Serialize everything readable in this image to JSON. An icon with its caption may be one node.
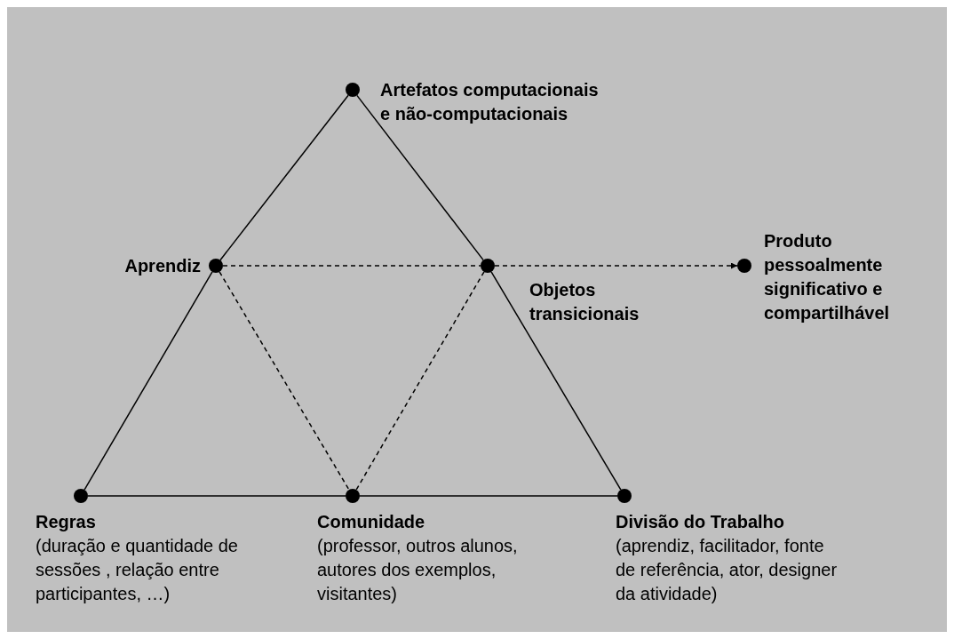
{
  "diagram": {
    "nodes": [
      {
        "text": [],
        "shape": "circle",
        "beside": [
          "Artefatos computacionais e não-computacionais"
        ]
      },
      {
        "text": [],
        "shape": "circle",
        "beside": [
          "Aprendiz"
        ]
      },
      {
        "text": [],
        "shape": "circle",
        "beside": [
          "Objetos transicionais"
        ]
      },
      {
        "text": [],
        "shape": "circle",
        "beside": [
          "Produto pessoalmente significativo e compartilhável"
        ]
      },
      {
        "text": [],
        "shape": "circle",
        "beside": [
          "Regras",
          "(duração e quantidade de sessões , relação entre participantes, …)"
        ]
      },
      {
        "text": [],
        "shape": "circle",
        "beside": [
          "Comunidade",
          "(professor, outros alunos, autores dos exemplos, visitantes)"
        ]
      },
      {
        "text": [],
        "shape": "circle",
        "beside": [
          "Divisão do Trabalho",
          "(aprendiz, facilitador, fonte de referência, ator, designer da atividade)"
        ]
      }
    ],
    "edges": [
      {
        "from": 0,
        "to": 1,
        "arrow": "none"
      },
      {
        "from": 1,
        "to": 4,
        "arrow": "none"
      },
      {
        "from": 0,
        "to": 2,
        "arrow": "none"
      },
      {
        "from": 2,
        "to": 6,
        "arrow": "none"
      },
      {
        "from": 4,
        "to": 5,
        "arrow": "none"
      },
      {
        "from": 5,
        "to": 6,
        "arrow": "none"
      },
      {
        "from": 1,
        "to": 2,
        "arrow": "none",
        "style": "dashed"
      },
      {
        "from": 1,
        "to": 5,
        "arrow": "none",
        "style": "dashed"
      },
      {
        "from": 2,
        "to": 5,
        "arrow": "none",
        "style": "dashed"
      },
      {
        "from": 2,
        "to": 3,
        "arrow": "to",
        "style": "dashed"
      }
    ]
  }
}
